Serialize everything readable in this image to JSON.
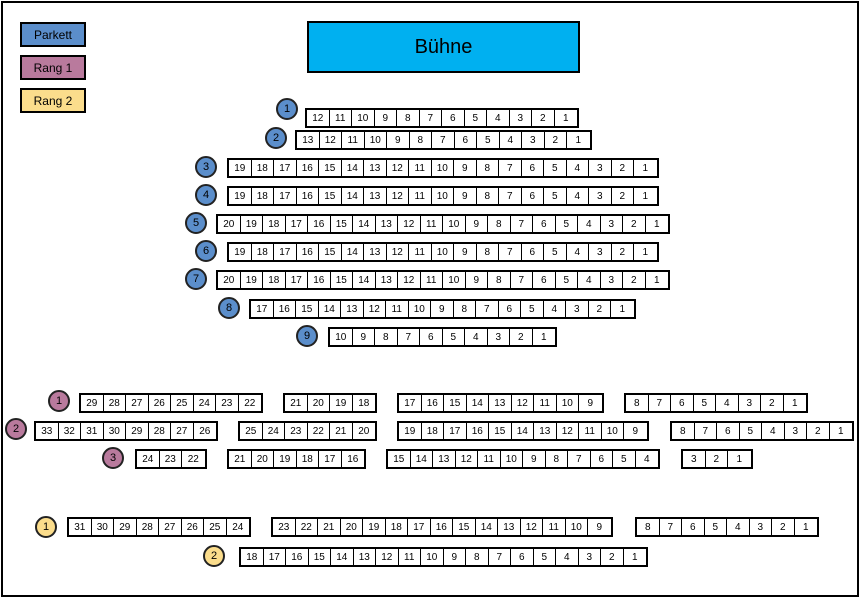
{
  "colors": {
    "parkett": "#5b8ecb",
    "rang1": "#b97a9d",
    "rang2": "#fbdd8c",
    "stage": "#00b0f0"
  },
  "legend": [
    {
      "label": "Parkett",
      "color": "#5b8ecb"
    },
    {
      "label": "Rang 1",
      "color": "#b97a9d"
    },
    {
      "label": "Rang 2",
      "color": "#fbdd8c"
    }
  ],
  "stage": {
    "label": "Bühne"
  },
  "sections": [
    {
      "name": "parkett",
      "rows": [
        {
          "label": "1",
          "blocks": [
            {
              "from": 12,
              "to": 1
            }
          ]
        },
        {
          "label": "2",
          "blocks": [
            {
              "from": 13,
              "to": 1
            }
          ]
        },
        {
          "label": "3",
          "blocks": [
            {
              "from": 19,
              "to": 1
            }
          ]
        },
        {
          "label": "4",
          "blocks": [
            {
              "from": 19,
              "to": 1
            }
          ]
        },
        {
          "label": "5",
          "blocks": [
            {
              "from": 20,
              "to": 1
            }
          ]
        },
        {
          "label": "6",
          "blocks": [
            {
              "from": 19,
              "to": 1
            }
          ]
        },
        {
          "label": "7",
          "blocks": [
            {
              "from": 20,
              "to": 1
            }
          ]
        },
        {
          "label": "8",
          "blocks": [
            {
              "from": 17,
              "to": 1
            }
          ]
        },
        {
          "label": "9",
          "blocks": [
            {
              "from": 10,
              "to": 1
            }
          ]
        }
      ]
    },
    {
      "name": "rang1",
      "rows": [
        {
          "label": "1",
          "blocks": [
            {
              "from": 29,
              "to": 22
            },
            {
              "from": 21,
              "to": 18
            },
            {
              "from": 17,
              "to": 9
            },
            {
              "from": 8,
              "to": 1
            }
          ]
        },
        {
          "label": "2",
          "blocks": [
            {
              "from": 33,
              "to": 26
            },
            {
              "from": 25,
              "to": 20
            },
            {
              "from": 19,
              "to": 9
            },
            {
              "from": 8,
              "to": 1
            }
          ]
        },
        {
          "label": "3",
          "blocks": [
            {
              "from": 24,
              "to": 22
            },
            {
              "from": 21,
              "to": 16
            },
            {
              "from": 15,
              "to": 4
            },
            {
              "from": 3,
              "to": 1
            }
          ]
        }
      ]
    },
    {
      "name": "rang2",
      "rows": [
        {
          "label": "1",
          "blocks": [
            {
              "from": 31,
              "to": 24
            },
            {
              "from": 23,
              "to": 9
            },
            {
              "from": 8,
              "to": 1
            }
          ]
        },
        {
          "label": "2",
          "blocks": [
            {
              "from": 18,
              "to": 1
            }
          ]
        }
      ]
    }
  ]
}
